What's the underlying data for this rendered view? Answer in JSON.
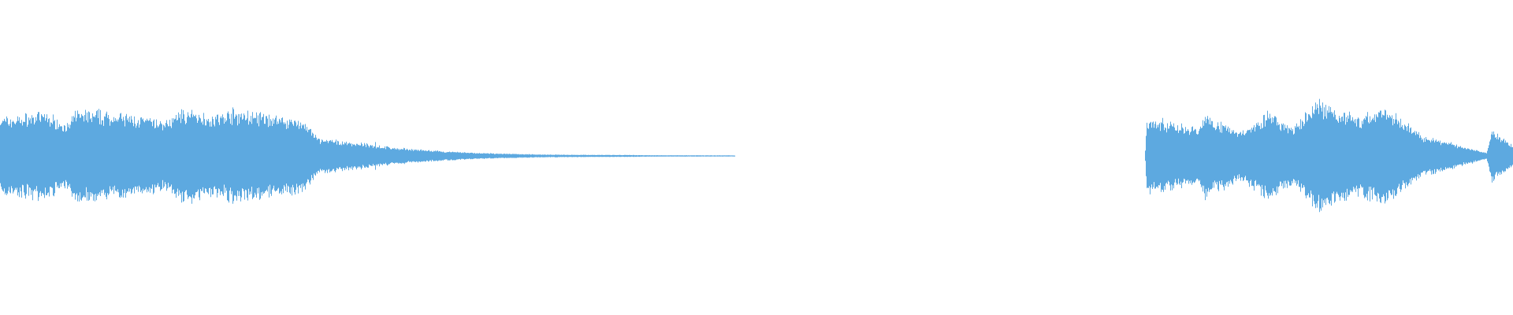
{
  "waveform": {
    "color": "#5DA9E0",
    "background": "#ffffff",
    "amplitude_envelope": [
      {
        "t": 0.0,
        "a": 0.55
      },
      {
        "t": 0.03,
        "a": 0.62
      },
      {
        "t": 0.045,
        "a": 0.45
      },
      {
        "t": 0.05,
        "a": 0.66
      },
      {
        "t": 0.08,
        "a": 0.6
      },
      {
        "t": 0.11,
        "a": 0.5
      },
      {
        "t": 0.12,
        "a": 0.66
      },
      {
        "t": 0.145,
        "a": 0.58
      },
      {
        "t": 0.152,
        "a": 0.66
      },
      {
        "t": 0.18,
        "a": 0.58
      },
      {
        "t": 0.2,
        "a": 0.52
      },
      {
        "t": 0.21,
        "a": 0.25
      },
      {
        "t": 0.24,
        "a": 0.18
      },
      {
        "t": 0.26,
        "a": 0.12
      },
      {
        "t": 0.29,
        "a": 0.07
      },
      {
        "t": 0.32,
        "a": 0.04
      },
      {
        "t": 0.36,
        "a": 0.02
      },
      {
        "t": 0.4,
        "a": 0.015
      },
      {
        "t": 0.44,
        "a": 0.01
      },
      {
        "t": 0.485,
        "a": 0.008
      },
      {
        "t": 0.486,
        "a": 0.0
      },
      {
        "t": 0.757,
        "a": 0.0
      },
      {
        "t": 0.758,
        "a": 0.55
      },
      {
        "t": 0.77,
        "a": 0.5
      },
      {
        "t": 0.793,
        "a": 0.4
      },
      {
        "t": 0.796,
        "a": 0.6
      },
      {
        "t": 0.82,
        "a": 0.35
      },
      {
        "t": 0.838,
        "a": 0.62
      },
      {
        "t": 0.855,
        "a": 0.4
      },
      {
        "t": 0.871,
        "a": 0.78
      },
      {
        "t": 0.9,
        "a": 0.55
      },
      {
        "t": 0.915,
        "a": 0.72
      },
      {
        "t": 0.94,
        "a": 0.3
      },
      {
        "t": 0.97,
        "a": 0.12
      },
      {
        "t": 0.983,
        "a": 0.05
      },
      {
        "t": 0.986,
        "a": 0.38
      },
      {
        "t": 1.0,
        "a": 0.15
      }
    ],
    "peaks": [
      {
        "t": 0.051,
        "a": 0.72
      },
      {
        "t": 0.12,
        "a": 0.74
      },
      {
        "t": 0.15,
        "a": 0.68
      },
      {
        "t": 0.248,
        "a": 0.22
      },
      {
        "t": 0.871,
        "a": 0.82
      },
      {
        "t": 0.916,
        "a": 0.72
      }
    ]
  }
}
